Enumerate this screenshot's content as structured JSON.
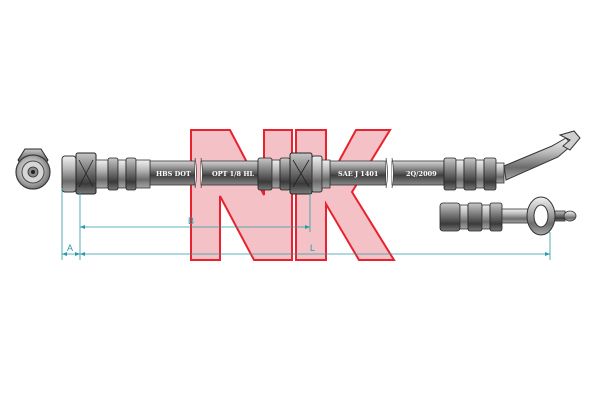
{
  "brand": {
    "logo_text": "NK",
    "logo_color": "#e8222e"
  },
  "hose": {
    "print_labels": [
      "HBS DOT",
      "OPT 1/8 HL",
      "SAE J 1401",
      "2Q/2009"
    ]
  },
  "dimensions": {
    "labels": [
      "A",
      "B",
      "L"
    ],
    "line_color": "#2a9aa6"
  }
}
